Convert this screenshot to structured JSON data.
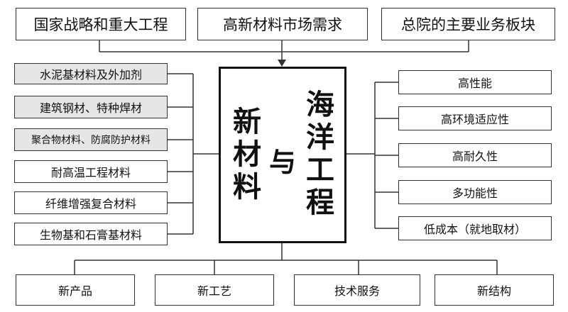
{
  "top_boxes": [
    "国家战略和重大工程",
    "高新材料市场需求",
    "总院的主要业务板块"
  ],
  "center": {
    "left_title": "新材料",
    "middle": "与",
    "right_title": "海洋工程"
  },
  "left_boxes": [
    "水泥基材料及外加剂",
    "建筑钢材、特种焊材",
    "聚合物材料、防腐防护材料",
    "耐高温工程材料",
    "纤维增强复合材料",
    "生物基和石膏基材料"
  ],
  "right_boxes": [
    "高性能",
    "高环境适应性",
    "高耐久性",
    "多功能性",
    "低成本（就地取材）"
  ],
  "bottom_boxes": [
    "新产品",
    "新工艺",
    "技术服务",
    "新结构"
  ],
  "colors": {
    "line": "#333333",
    "shaded_fill": "#e6e6e6"
  }
}
